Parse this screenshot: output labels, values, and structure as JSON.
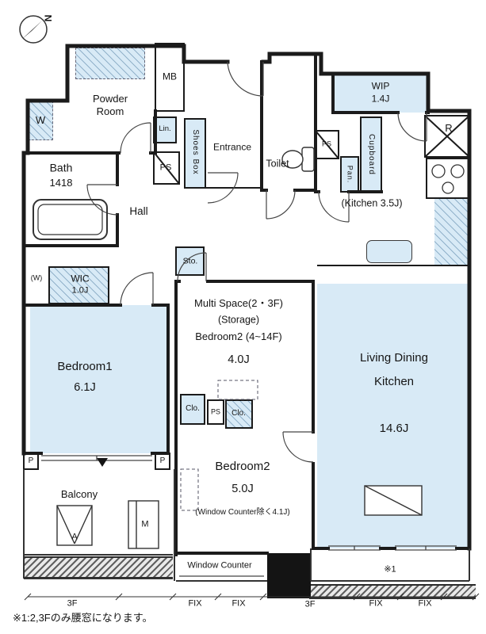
{
  "colors": {
    "room_fill": "#d8eaf6",
    "wall": "#1b1b1b"
  },
  "compass": {
    "north": "N"
  },
  "rooms": {
    "powder": {
      "name": "Powder Room"
    },
    "bath": {
      "name": "Bath",
      "size": "1418"
    },
    "entrance": {
      "name": "Entrance"
    },
    "toilet": {
      "name": "Toilet"
    },
    "hall": {
      "name": "Hall"
    },
    "wip": {
      "name": "WIP",
      "size": "1.4J"
    },
    "kitchen": {
      "name": "(Kitchen 3.5J)"
    },
    "wic": {
      "name": "WIC",
      "size": "1.0J"
    },
    "bedroom1": {
      "name": "Bedroom1",
      "size": "6.1J"
    },
    "multi": {
      "line1": "Multi Space(2・3F)",
      "line2": "(Storage)",
      "line3": "Bedroom2 (4~14F)",
      "size": "4.0J"
    },
    "bedroom2": {
      "name": "Bedroom2",
      "size": "5.0J",
      "note": "(Window Counter除く4.1J)"
    },
    "ldk": {
      "line1": "Living Dining",
      "line2": "Kitchen",
      "size": "14.6J"
    },
    "balcony": {
      "name": "Balcony"
    }
  },
  "fixtures": {
    "mb": "MB",
    "washer": "W",
    "lin": "Lin.",
    "ps_powder": "PS",
    "shoes_box": "Shoes Box",
    "ps_toilet": "PS",
    "pan": "Pan.",
    "cupboard": "Cupboard",
    "fridge": "R",
    "sto": "Sto.",
    "w_paren": "(W)",
    "clo_left": "Clo.",
    "ps_clo": "PS",
    "clo_right": "Clo.",
    "p_left": "P",
    "p_right": "P",
    "aircon": "A",
    "meter": "M",
    "window_counter": "Window Counter",
    "note_ref": "※1"
  },
  "markers": {
    "f3_left": "3F",
    "fix_1": "FIX",
    "fix_2": "FIX",
    "f3_right": "3F",
    "fix_3": "FIX",
    "fix_4": "FIX"
  },
  "footnote": "※1:2,3Fのみ腰窓になります。"
}
